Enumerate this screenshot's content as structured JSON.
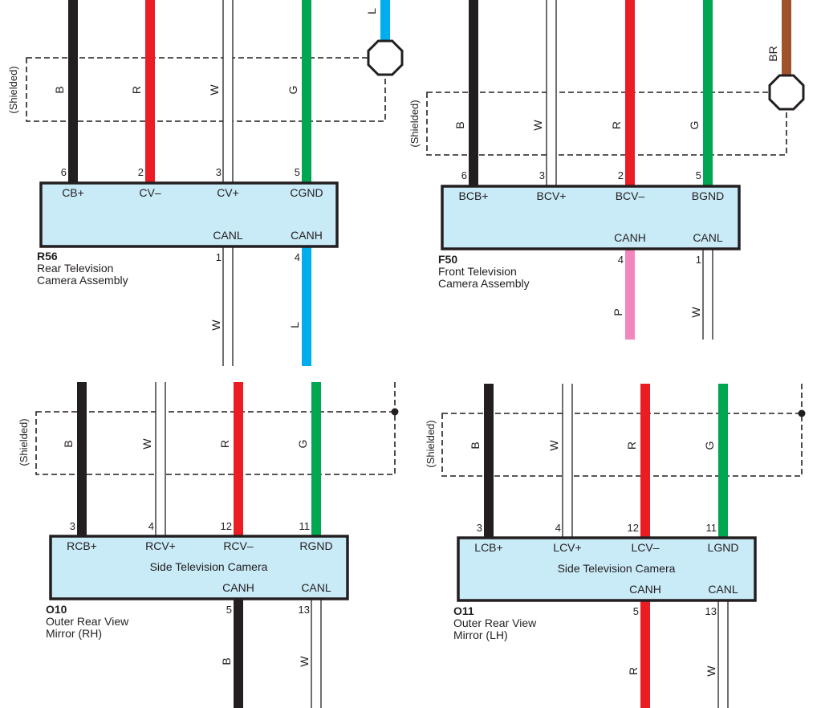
{
  "colors": {
    "box_fill": "#c9eaf7",
    "outline": "#231f20",
    "wire_B": "#231f20",
    "wire_R": "#ec1c24",
    "wire_G": "#00a651",
    "wire_L": "#00aeef",
    "wire_P": "#f386bc",
    "wire_BR": "#a0522d",
    "wire_W": "#ffffff"
  },
  "shield_label": "(Shielded)",
  "connectors": [
    {
      "code": "R56",
      "desc_lines": [
        "Rear Television",
        "Camera Assembly"
      ],
      "inner_text": "",
      "pins_top": [
        {
          "num": "6",
          "label": "CB+",
          "wire": "B"
        },
        {
          "num": "2",
          "label": "CV–",
          "wire": "R"
        },
        {
          "num": "3",
          "label": "CV+",
          "wire": "W"
        },
        {
          "num": "5",
          "label": "CGND",
          "wire": "G"
        }
      ],
      "pins_bottom": [
        {
          "num": "1",
          "label": "CANL",
          "wire": "W"
        },
        {
          "num": "4",
          "label": "CANH",
          "wire": "L"
        }
      ],
      "shield_drain_wire": "L"
    },
    {
      "code": "F50",
      "desc_lines": [
        "Front Television",
        "Camera Assembly"
      ],
      "inner_text": "",
      "pins_top": [
        {
          "num": "6",
          "label": "BCB+",
          "wire": "B"
        },
        {
          "num": "3",
          "label": "BCV+",
          "wire": "W"
        },
        {
          "num": "2",
          "label": "BCV–",
          "wire": "R"
        },
        {
          "num": "5",
          "label": "BGND",
          "wire": "G"
        }
      ],
      "pins_bottom": [
        {
          "num": "4",
          "label": "CANH",
          "wire": "P"
        },
        {
          "num": "1",
          "label": "CANL",
          "wire": "W"
        }
      ],
      "shield_drain_wire": "BR"
    },
    {
      "code": "O10",
      "desc_lines": [
        "Outer Rear View",
        "Mirror (RH)"
      ],
      "inner_text": "Side Television Camera",
      "pins_top": [
        {
          "num": "3",
          "label": "RCB+",
          "wire": "B"
        },
        {
          "num": "4",
          "label": "RCV+",
          "wire": "W"
        },
        {
          "num": "12",
          "label": "RCV–",
          "wire": "R"
        },
        {
          "num": "11",
          "label": "RGND",
          "wire": "G"
        }
      ],
      "pins_bottom": [
        {
          "num": "5",
          "label": "CANH",
          "wire": "B"
        },
        {
          "num": "13",
          "label": "CANL",
          "wire": "W"
        }
      ],
      "shield_drain_wire": ""
    },
    {
      "code": "O11",
      "desc_lines": [
        "Outer Rear View",
        "Mirror (LH)"
      ],
      "inner_text": "Side Television Camera",
      "pins_top": [
        {
          "num": "3",
          "label": "LCB+",
          "wire": "B"
        },
        {
          "num": "4",
          "label": "LCV+",
          "wire": "W"
        },
        {
          "num": "12",
          "label": "LCV–",
          "wire": "R"
        },
        {
          "num": "11",
          "label": "LGND",
          "wire": "G"
        }
      ],
      "pins_bottom": [
        {
          "num": "5",
          "label": "CANH",
          "wire": "R"
        },
        {
          "num": "13",
          "label": "CANL",
          "wire": "W"
        }
      ],
      "shield_drain_wire": ""
    }
  ]
}
